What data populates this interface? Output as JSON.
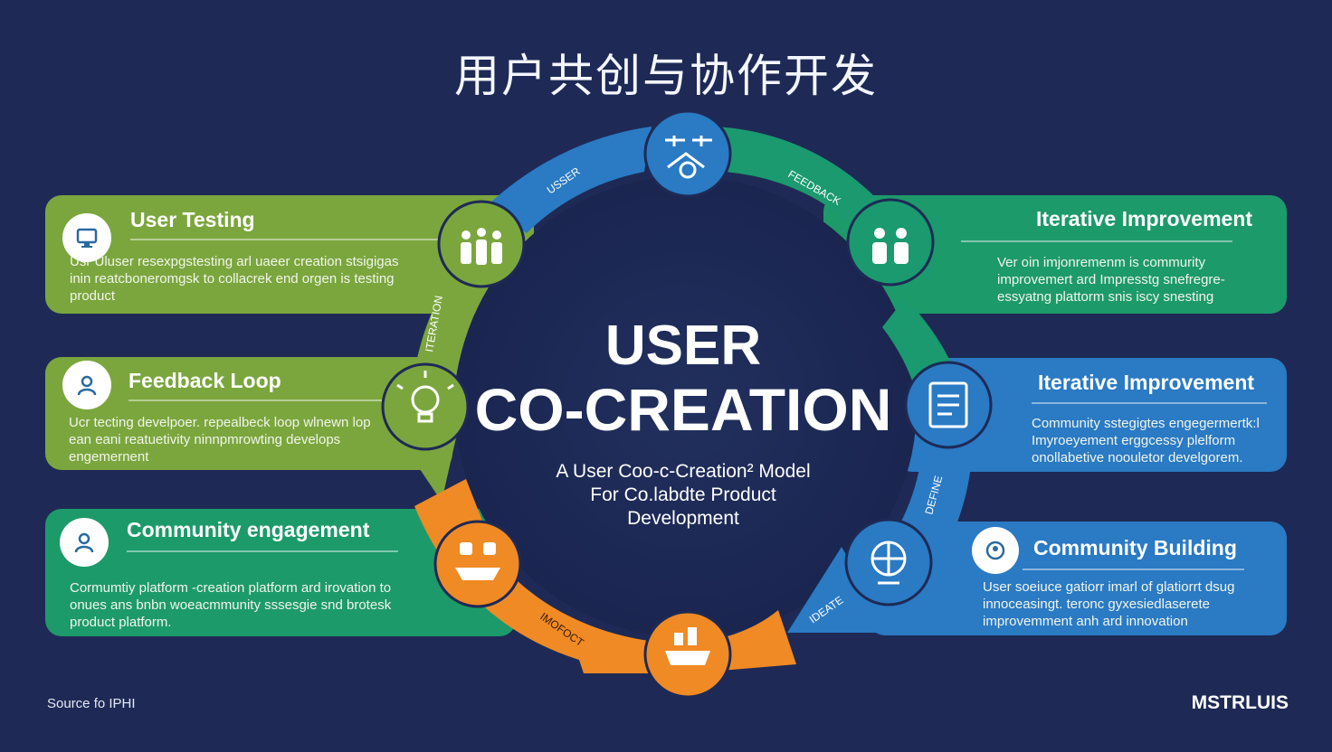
{
  "title": "用户共创与协作开发",
  "center": {
    "heading_line1": "USER",
    "heading_line2": "CO-CREATION",
    "subtitle_line1": "A  User Coo-c-Creation² Model",
    "subtitle_line2": "For Co.labdte Product",
    "subtitle_line3": "Development"
  },
  "cards": {
    "user_testing": {
      "title": "User Testing",
      "body": "Usr Uluser resexpgstesting arl uaeer creation stsigigas inin reatcboneromgsk to collacrek end orgen is testing product",
      "icon": "monitor-icon"
    },
    "feedback_loop": {
      "title": "Feedback Loop",
      "body": "Ucr tecting develpoer. repealbeck loop wlnewn lop ean eani reatuetivity ninnpmrowting develops engemernent",
      "icon": "person-icon"
    },
    "community_engagement": {
      "title": "Community engagement",
      "body": "Cormumtiy platform -creation platform ard irovation to onues ans bnbn woeacmmunity sssesgie snd brotesk product platform.",
      "icon": "group-icon"
    },
    "iterative_improvement_1": {
      "title": "Iterative Improvement",
      "body": "Ver oin imjonremenm is commurity improvemert ard Impresstg snefregre-essyatng plattorm snis iscy snesting"
    },
    "iterative_improvement_2": {
      "title": "Iterative Improvement",
      "body": "Community sstegigtes engegermertk:l Imyroeyement erggcessy plelform onollabetive noouletor develgorem."
    },
    "community_building": {
      "title": "Community Building",
      "body": "User soeiuce gatiorr imarl of glatiorrt dsug innoceasingt. teronc gyxesiedlaserete improvemment anh ard innovation",
      "icon": "network-icon"
    }
  },
  "arrow_labels": {
    "top_left": "USSER",
    "top_right": "FEEDBACK",
    "left": "ITERATION",
    "right_lower": "DEFINE",
    "bottom_left": "IMOFOCT",
    "bottom_right": "IDEATE"
  },
  "footer": {
    "source": "Source fo IPHI",
    "brand": "MSTRLUIS"
  },
  "colors": {
    "background": "#1e2a55",
    "green_light": "#7ba63e",
    "green_teal": "#1d9a6a",
    "blue": "#2a7ac4",
    "orange": "#f08a24",
    "teal_arrow": "#1a9a6e"
  }
}
